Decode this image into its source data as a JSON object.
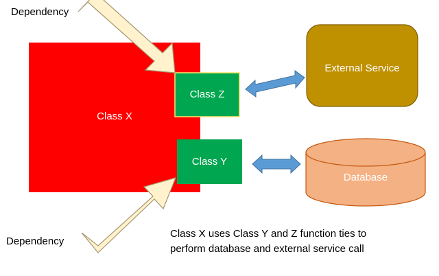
{
  "labels": {
    "dependency_top": "Dependency",
    "dependency_bottom": "Dependency",
    "class_x": "Class X",
    "class_z": "Class Z",
    "class_y": "Class Y",
    "external_service": "External Service",
    "database": "Database"
  },
  "caption": {
    "line1": "Class X uses Class Y and Z function ties to",
    "line2": "perform database and external service call"
  },
  "colors": {
    "class_x_fill": "#FF0000",
    "class_yz_fill": "#00A650",
    "class_z_border": "#FFE66D",
    "external_service_fill": "#BF9000",
    "external_service_border": "#7F6000",
    "database_fill": "#F4B183",
    "database_border": "#C55A11",
    "dependency_arrow_fill": "#FFF2CC",
    "dependency_arrow_border": "#A49670",
    "double_arrow_fill": "#5B9BD5",
    "double_arrow_border": "#41719C"
  },
  "icons": {
    "dependency_arrow": "block-arrow",
    "connection_arrow": "double-headed-arrow",
    "database": "cylinder"
  }
}
